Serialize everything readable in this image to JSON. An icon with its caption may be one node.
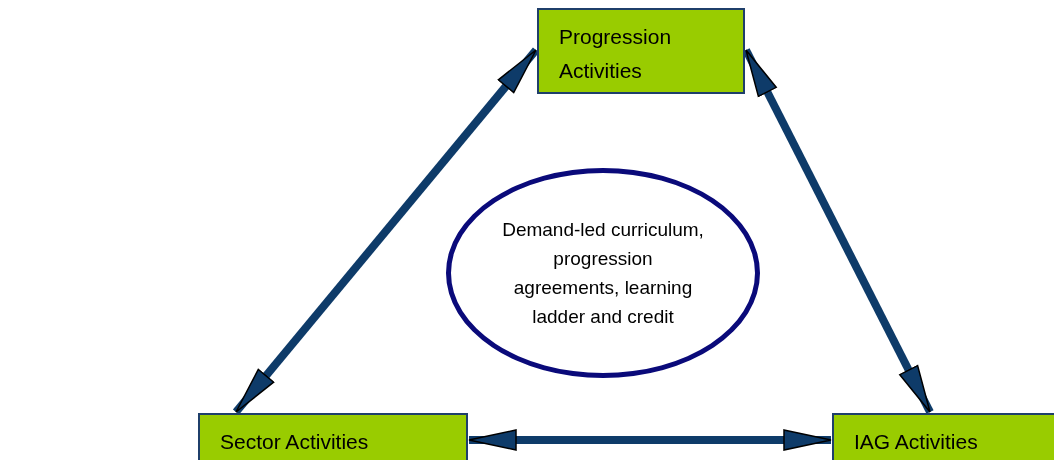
{
  "diagram": {
    "nodes": [
      {
        "text": [
          "Progression Activities"
        ]
      },
      {
        "text": [
          "Demand-led curriculum, progression agreements, learning ladder and credit"
        ]
      },
      {
        "text": [
          "Sector Activities"
        ]
      },
      {
        "text": [
          "IAG Activities"
        ]
      }
    ],
    "edges": [
      {
        "from": 2,
        "to": 0,
        "arrow": "both"
      },
      {
        "from": 0,
        "to": 3,
        "arrow": "both"
      },
      {
        "from": 2,
        "to": 3,
        "arrow": "both"
      }
    ]
  }
}
